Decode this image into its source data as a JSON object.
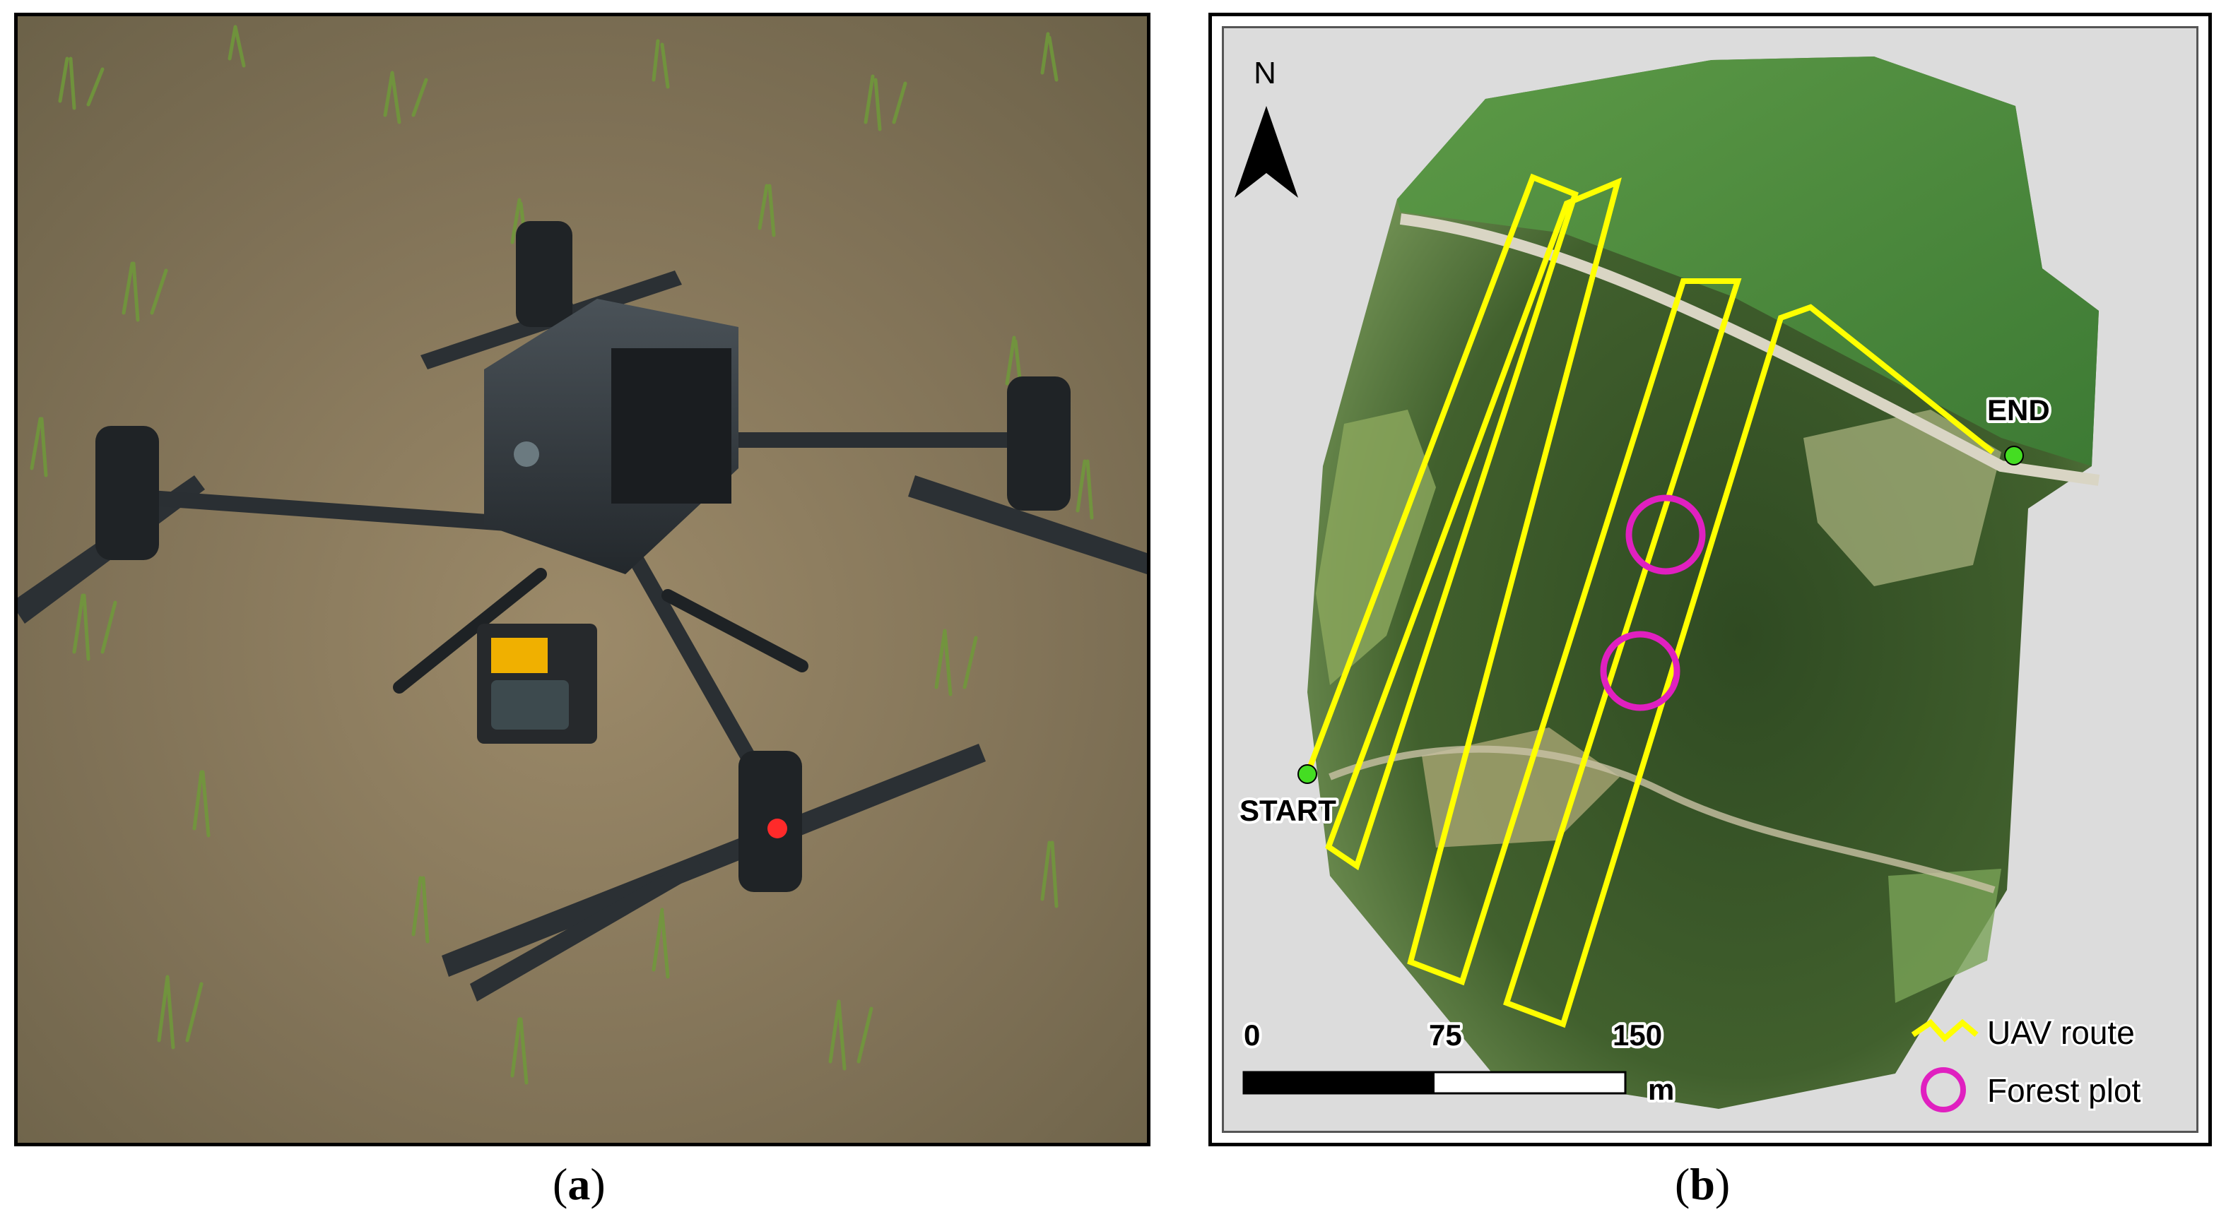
{
  "panel_a": {
    "caption_open": "(",
    "caption_letter": "a",
    "caption_close": ")"
  },
  "panel_b": {
    "caption_open": "(",
    "caption_letter": "b",
    "caption_close": ")",
    "north_label": "N",
    "start_label": "START",
    "end_label": "END",
    "scale": {
      "ticks": [
        "0",
        "75",
        "150"
      ],
      "unit": "m"
    },
    "legend": {
      "route_label": "UAV route",
      "plot_label": "Forest plot"
    },
    "colors": {
      "route": "#ffff00",
      "plot": "#e020c0",
      "endpoint": "#44dd22",
      "background": "#dcdcdc"
    }
  }
}
